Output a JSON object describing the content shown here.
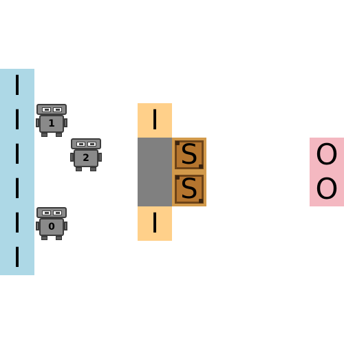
{
  "left_zone": {
    "color": "#add8e6",
    "labels": [
      "I",
      "I",
      "I",
      "I",
      "I",
      "I"
    ]
  },
  "orange_cells": {
    "color": "#ffd08a",
    "top_label": "I",
    "bottom_label": "I"
  },
  "wall": {
    "color": "#808080"
  },
  "crates": [
    {
      "label": "S"
    },
    {
      "label": "S"
    }
  ],
  "goal_zone": {
    "color": "#f4b8c1",
    "labels": [
      "O",
      "O"
    ]
  },
  "robots": [
    {
      "id": "1"
    },
    {
      "id": "2"
    },
    {
      "id": "0"
    }
  ]
}
